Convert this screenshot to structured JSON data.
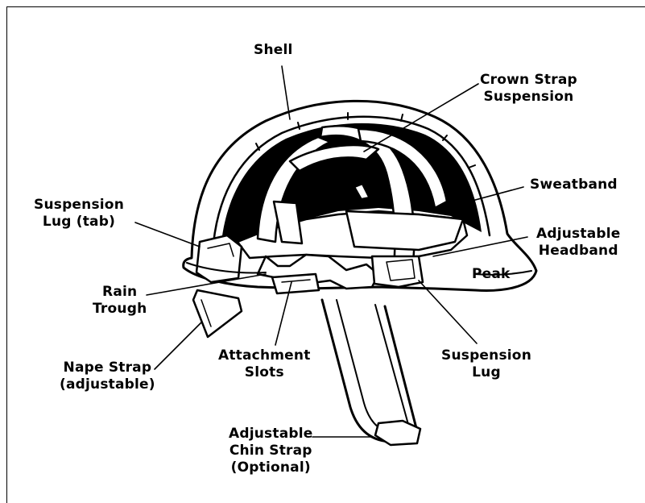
{
  "diagram": {
    "labels": {
      "shell": [
        "Shell"
      ],
      "crown_strap": [
        "Crown Strap",
        "Suspension"
      ],
      "sweatband": [
        "Sweatband"
      ],
      "suspension_lug_tab": [
        "Suspension",
        "Lug (tab)"
      ],
      "adjustable_headband": [
        "Adjustable",
        "Headband"
      ],
      "peak": [
        "Peak"
      ],
      "rain_trough": [
        "Rain",
        "Trough"
      ],
      "attachment_slots": [
        "Attachment",
        "Slots"
      ],
      "suspension_lug": [
        "Suspension",
        "Lug"
      ],
      "nape_strap": [
        "Nape Strap",
        "(adjustable)"
      ],
      "chin_strap": [
        "Adjustable",
        "Chin Strap",
        "(Optional)"
      ]
    },
    "colors": {
      "ink": "#000000",
      "paper": "#ffffff"
    }
  }
}
